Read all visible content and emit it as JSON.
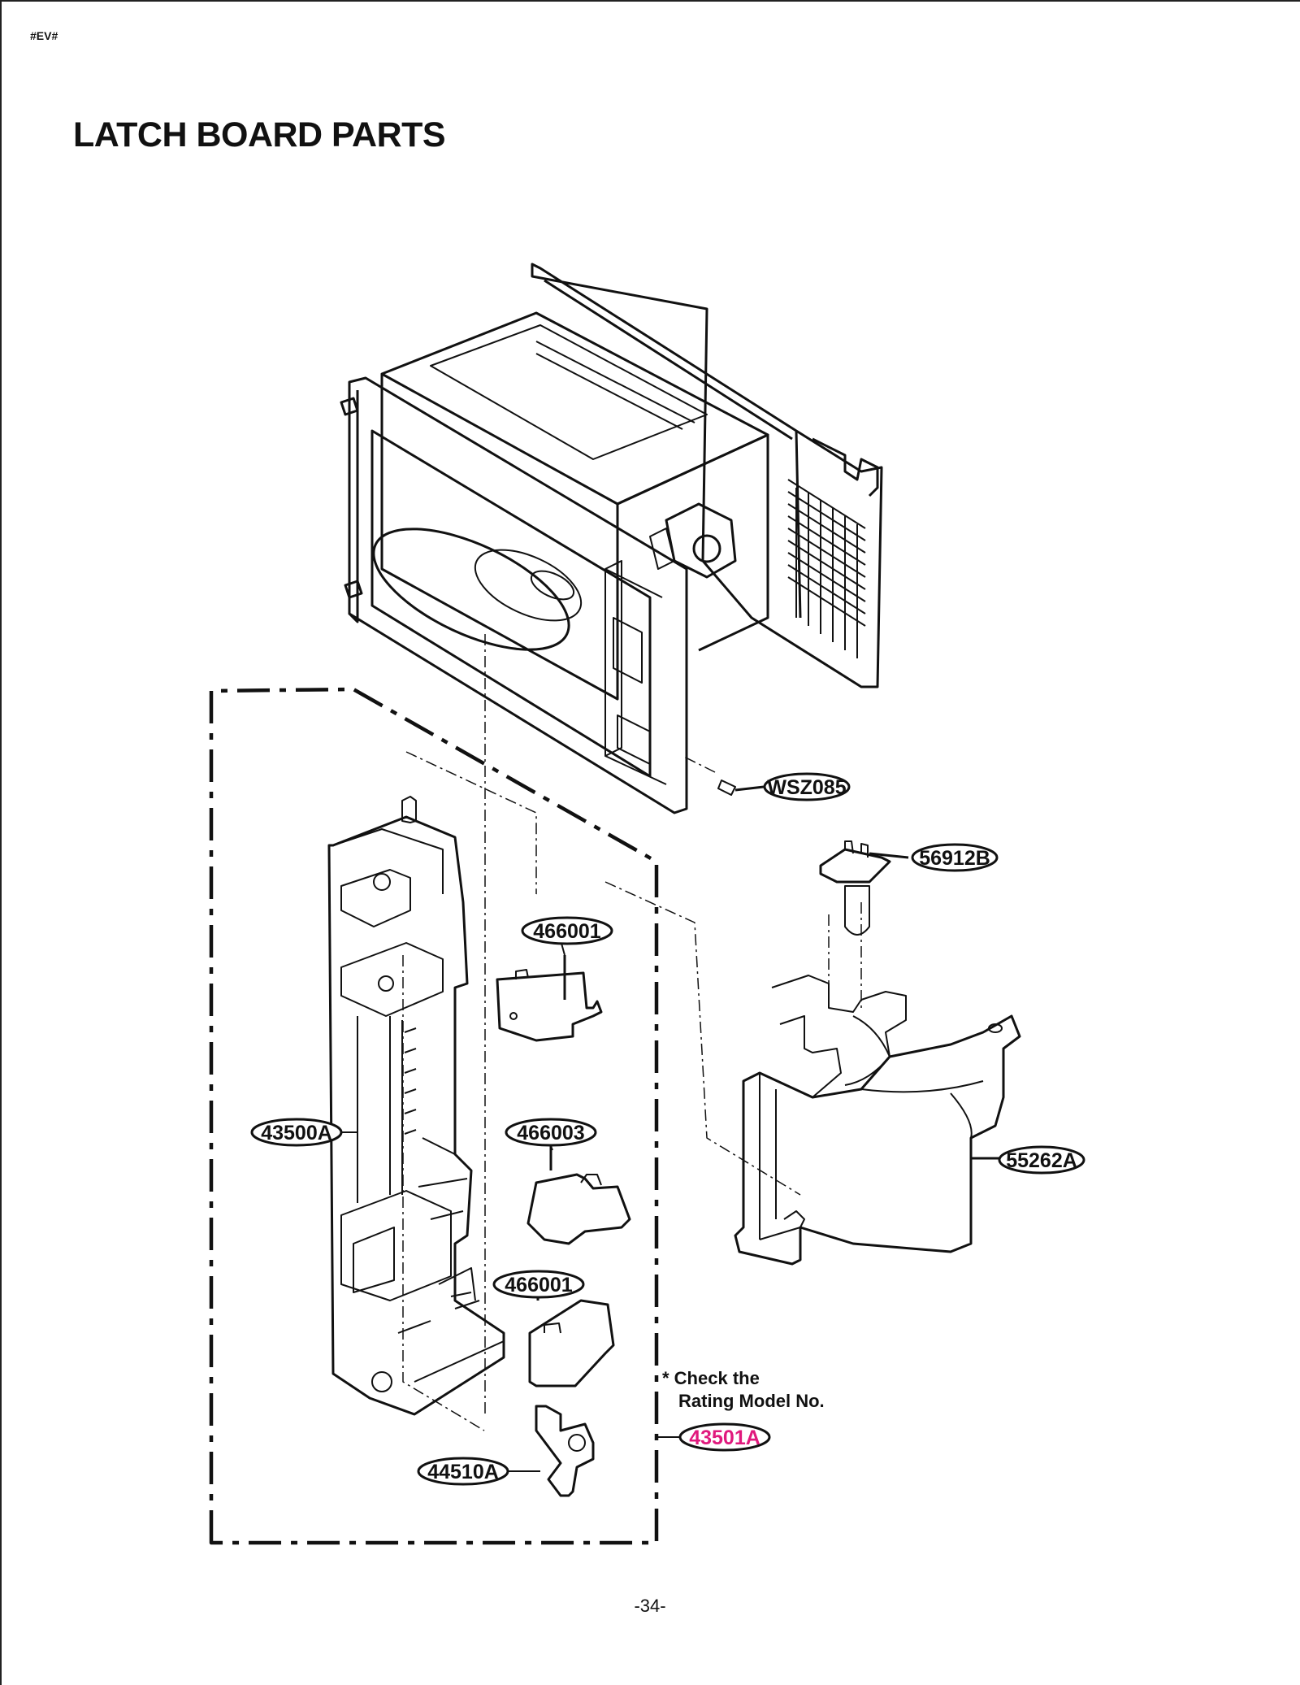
{
  "header": {
    "code": "#EV#",
    "title": "LATCH BOARD PARTS"
  },
  "callouts": {
    "wsz085": "WSZ085",
    "p56912b": "56912B",
    "p466001_top": "466001",
    "p43500a": "43500A",
    "p466003": "466003",
    "p55262a": "55262A",
    "p466001_bottom": "466001",
    "p43501a": "43501A",
    "p44510a": "44510A"
  },
  "note": {
    "line1": "* Check the",
    "line2": "Rating Model No."
  },
  "colors": {
    "highlight": "#e0197d",
    "ink": "#111111"
  },
  "footer": {
    "page_number": "-34-"
  }
}
